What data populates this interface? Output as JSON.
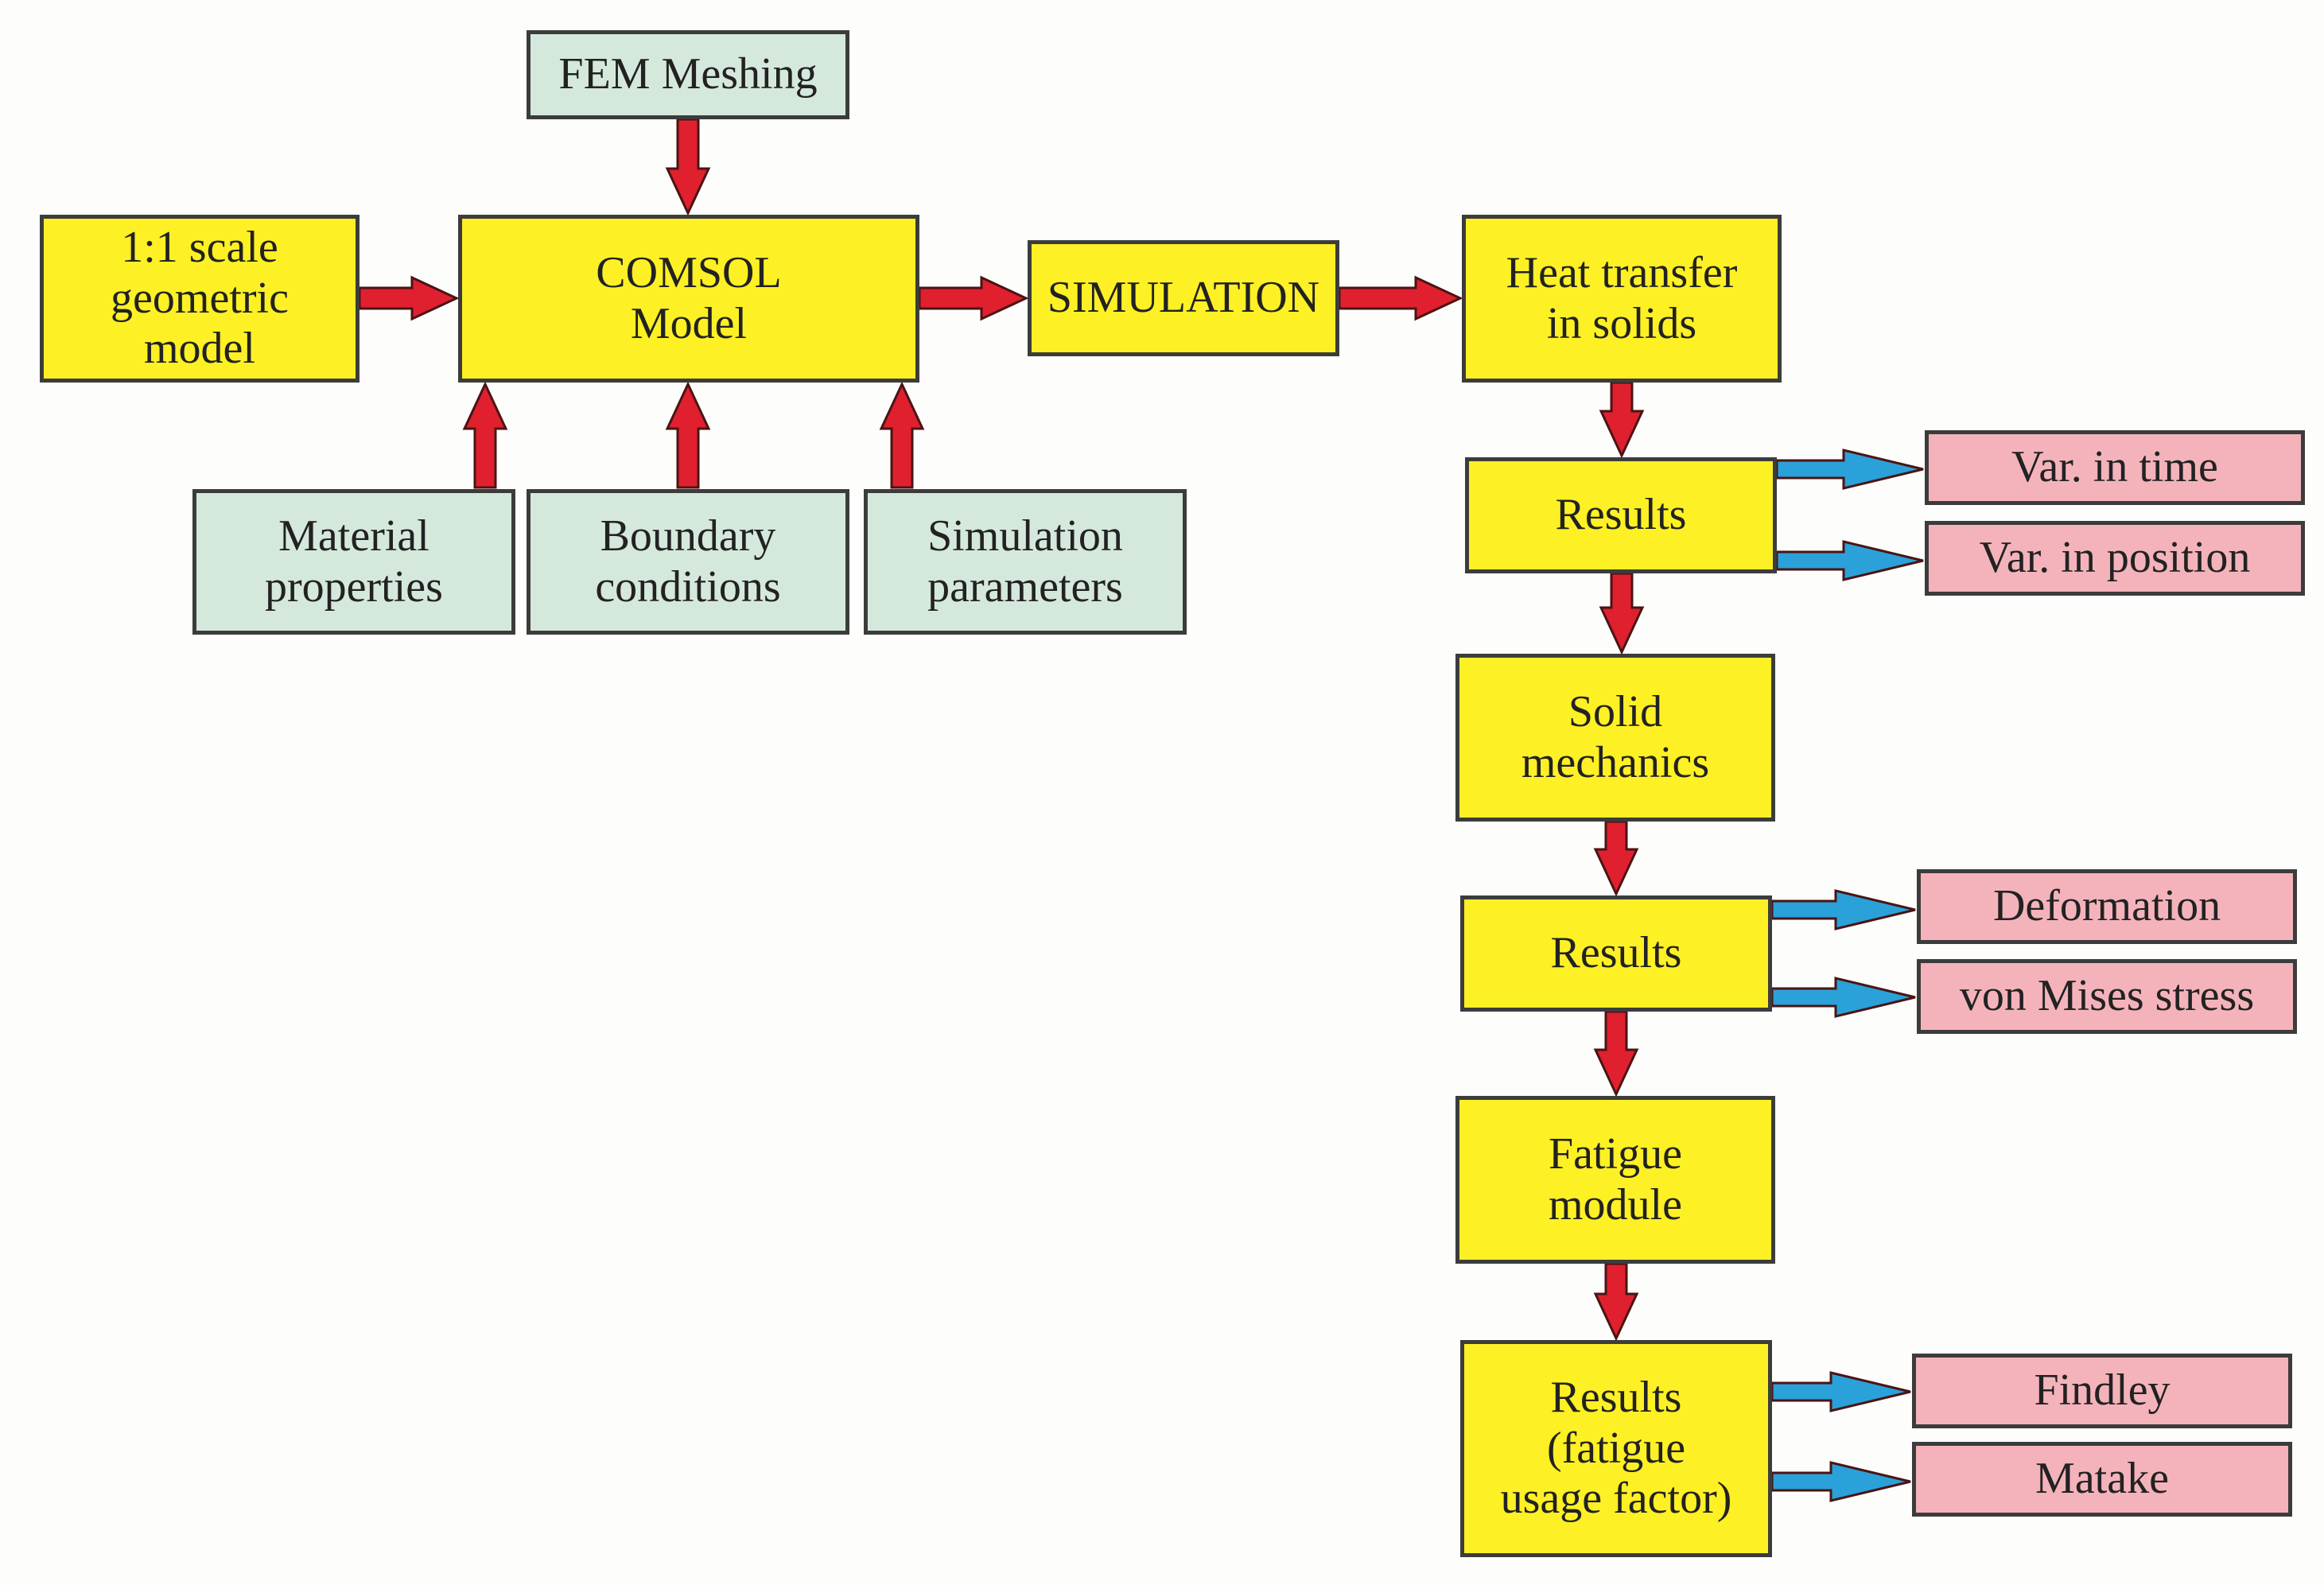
{
  "colors": {
    "process": "#fdf024",
    "input": "#d5e8dc",
    "output": "#f4b3bb",
    "flow_arrow": "#e0202e",
    "output_arrow": "#2aa1d8"
  },
  "boxes": {
    "fem_meshing": "FEM Meshing",
    "geometric_model": "1:1 scale\ngeometric\nmodel",
    "comsol_model": "COMSOL\nModel",
    "simulation": "SIMULATION",
    "heat_transfer": "Heat transfer\nin solids",
    "material_properties": "Material\nproperties",
    "boundary_conditions": "Boundary\nconditions",
    "simulation_parameters": "Simulation\nparameters",
    "results_1": "Results",
    "var_in_time": "Var. in time",
    "var_in_position": "Var. in position",
    "solid_mechanics": "Solid\nmechanics",
    "results_2": "Results",
    "deformation": "Deformation",
    "von_mises_stress": "von Mises stress",
    "fatigue_module": "Fatigue\nmodule",
    "results_3": "Results\n(fatigue\nusage factor)",
    "findley": "Findley",
    "matake": "Matake"
  }
}
